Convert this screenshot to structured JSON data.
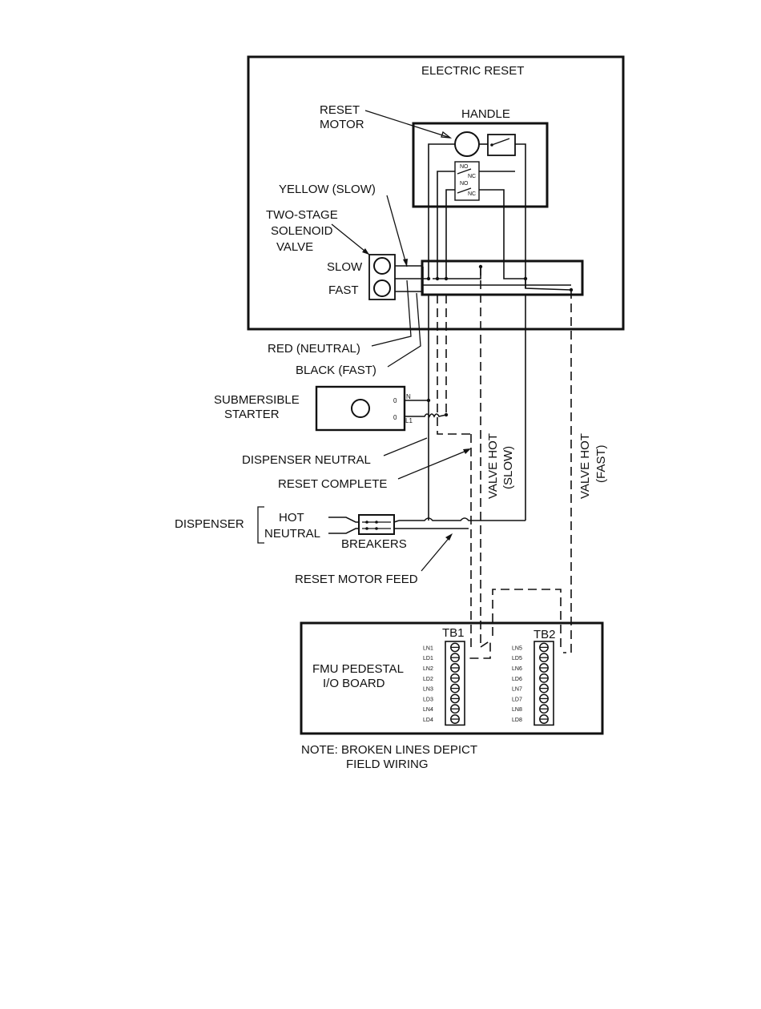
{
  "labels": {
    "electric_reset": "ELECTRIC RESET",
    "handle": "HANDLE",
    "reset_motor_1": "RESET",
    "reset_motor_2": "MOTOR",
    "relay_no_1": "NO",
    "relay_nc_1": "NC",
    "relay_no_2": "NO",
    "relay_nc_2": "NC",
    "yellow_slow": "YELLOW (SLOW)",
    "two_stage_1": "TWO-STAGE",
    "two_stage_2": "SOLENOID",
    "two_stage_3": "VALVE",
    "slow": "SLOW",
    "fast": "FAST",
    "red_neutral": "RED (NEUTRAL)",
    "black_fast": "BLACK (FAST)",
    "submersible_1": "SUBMERSIBLE",
    "submersible_2": "STARTER",
    "starter_o1": "0",
    "starter_o2": "0",
    "starter_n": "N",
    "starter_l1": "L1",
    "dispenser_neutral": "DISPENSER NEUTRAL",
    "reset_complete": "RESET COMPLETE",
    "valve_hot_slow_1": "VALVE HOT",
    "valve_hot_slow_2": "(SLOW)",
    "valve_hot_fast_1": "VALVE HOT",
    "valve_hot_fast_2": "(FAST)",
    "dispenser": "DISPENSER",
    "hot": "HOT",
    "neutral": "NEUTRAL",
    "breakers": "BREAKERS",
    "reset_motor_feed": "RESET MOTOR FEED",
    "fmu_1": "FMU PEDESTAL",
    "fmu_2": "I/O BOARD",
    "tb1": "TB1",
    "tb2": "TB2",
    "note_1": "NOTE: BROKEN LINES DEPICT",
    "note_2": "FIELD WIRING"
  },
  "tb1_terminals": [
    "LN1",
    "LD1",
    "LN2",
    "LD2",
    "LN3",
    "LD3",
    "LN4",
    "LD4"
  ],
  "tb2_terminals": [
    "LN5",
    "LD5",
    "LN6",
    "LD6",
    "LN7",
    "LD7",
    "LN8",
    "LD8"
  ]
}
